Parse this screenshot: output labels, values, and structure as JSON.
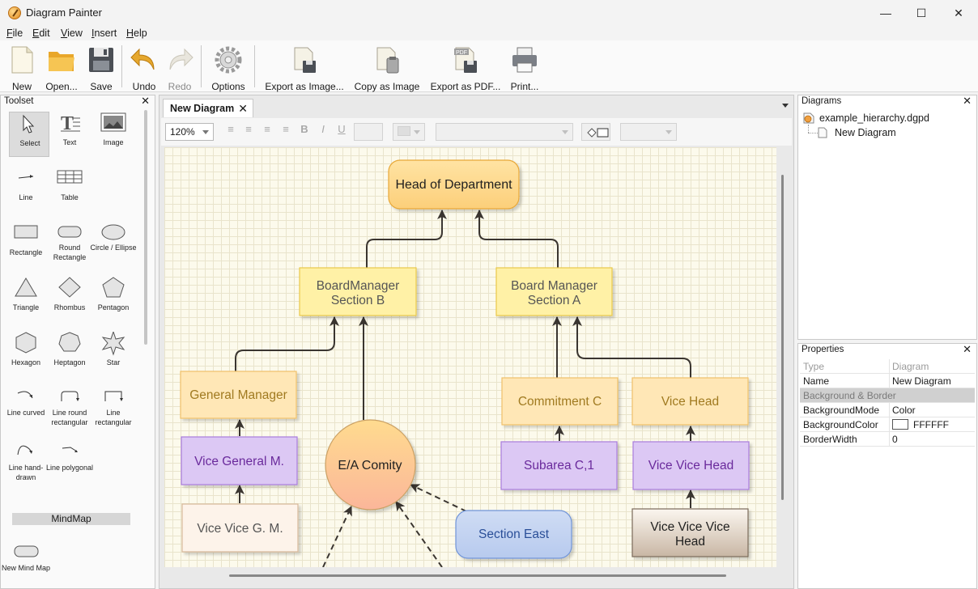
{
  "window": {
    "title": "Diagram Painter",
    "minimize": "—",
    "maximize": "☐",
    "close": "✕"
  },
  "menu": [
    {
      "label": "File",
      "key": "F"
    },
    {
      "label": "Edit",
      "key": "E"
    },
    {
      "label": "View",
      "key": "V"
    },
    {
      "label": "Insert",
      "key": "I"
    },
    {
      "label": "Help",
      "key": "H"
    }
  ],
  "toolbar": {
    "new": "New",
    "open": "Open...",
    "save": "Save",
    "undo": "Undo",
    "redo": "Redo",
    "options": "Options",
    "export_image": "Export as Image...",
    "copy_image": "Copy as Image",
    "export_pdf": "Export as PDF...",
    "print": "Print...",
    "pdf_badge": "PDF"
  },
  "toolset": {
    "title": "Toolset",
    "tools": {
      "select": "Select",
      "text": "Text",
      "image": "Image",
      "line": "Line",
      "table": "Table",
      "rectangle": "Rectangle",
      "round_rect": "Round Rectangle",
      "circle": "Circle / Ellipse",
      "triangle": "Triangle",
      "rhombus": "Rhombus",
      "pentagon": "Pentagon",
      "hexagon": "Hexagon",
      "heptagon": "Heptagon",
      "star": "Star",
      "line_curved": "Line curved",
      "line_round_rect": "Line round rectangular",
      "line_rect": "Line rectangular",
      "line_hand": "Line hand-drawn",
      "line_poly": "Line polygonal",
      "new_mind_map": "New Mind Map"
    },
    "mindmap_header": "MindMap"
  },
  "document": {
    "tab_label": "New Diagram",
    "zoom": "120%",
    "format_icons": {
      "left": "≡",
      "center": "≡",
      "right": "≡",
      "justify": "≡",
      "bold": "B",
      "italic": "I",
      "underline": "U"
    }
  },
  "diagram": {
    "nodes": {
      "head": "Head of Department",
      "bm_b_1": "BoardManager",
      "bm_b_2": "Section B",
      "bm_a_1": "Board Manager",
      "bm_a_2": "Section A",
      "gm": "General Manager",
      "commit": "Commitment C",
      "vicehead": "Vice Head",
      "vgm": "Vice General M.",
      "ea": "E/A Comity",
      "subarea": "Subarea C,1",
      "vvh": "Vice Vice Head",
      "vvgm": "Vice Vice G. M.",
      "east": "Section East",
      "vvvh_1": "Vice Vice Vice",
      "vvvh_2": "Head"
    }
  },
  "diagrams_panel": {
    "title": "Diagrams",
    "file": "example_hierarchy.dgpd",
    "child": "New Diagram"
  },
  "properties_panel": {
    "title": "Properties",
    "type_key": "Type",
    "type_val": "Diagram",
    "name_key": "Name",
    "name_val": "New Diagram",
    "section": "Background & Border",
    "bgmode_key": "BackgroundMode",
    "bgmode_val": "Color",
    "bgcolor_key": "BackgroundColor",
    "bgcolor_val": "FFFFFF",
    "border_key": "BorderWidth",
    "border_val": "0"
  }
}
